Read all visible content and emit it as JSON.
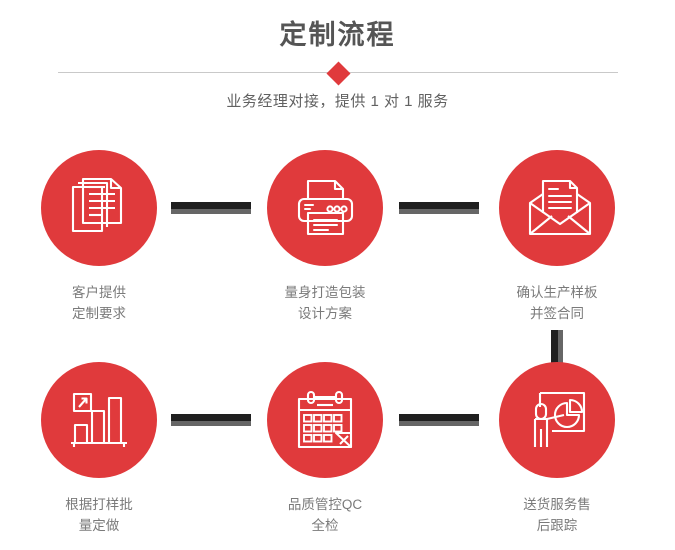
{
  "header": {
    "title": "定制流程",
    "subtitle": "业务经理对接，提供 1 对 1 服务",
    "divider_icon": "diamond-marker"
  },
  "colors": {
    "accent_red": "#E03A3C",
    "title_gray": "#555555",
    "label_gray": "#7A7A7A",
    "connector_dark": "#1F1F1F",
    "connector_shadow": "#666666",
    "divider_line": "#C9C9C9",
    "background": "#FFFFFF"
  },
  "flow": {
    "steps": [
      {
        "index": 1,
        "icon": "documents-stack-icon",
        "label": "客户提供\n定制要求",
        "line1": "客户提供",
        "line2": "定制要求"
      },
      {
        "index": 2,
        "icon": "printer-icon",
        "label": "量身打造包装\n设计方案",
        "line1": "量身打造包装",
        "line2": "设计方案"
      },
      {
        "index": 3,
        "icon": "envelope-document-icon",
        "label": "确认生产样板\n并签合同",
        "line1": "确认生产样板",
        "line2": "并签合同"
      },
      {
        "index": 4,
        "icon": "bar-chart-growth-icon",
        "label": "根据打样批\n量定做",
        "line1": "根据打样批",
        "line2": "量定做"
      },
      {
        "index": 5,
        "icon": "calendar-icon",
        "label": "品质管控QC\n全检",
        "line1": "品质管控QC",
        "line2": "全检"
      },
      {
        "index": 6,
        "icon": "presenter-pie-chart-icon",
        "label": "送货服务售\n后跟踪",
        "line1": "送货服务售",
        "line2": "后跟踪"
      }
    ],
    "connectors": [
      {
        "name": "connector-step1-step2",
        "orientation": "horizontal"
      },
      {
        "name": "connector-step2-step3",
        "orientation": "horizontal"
      },
      {
        "name": "connector-step3-step6",
        "orientation": "vertical"
      },
      {
        "name": "connector-step4-step5",
        "orientation": "horizontal"
      },
      {
        "name": "connector-step5-step6",
        "orientation": "horizontal"
      }
    ]
  }
}
